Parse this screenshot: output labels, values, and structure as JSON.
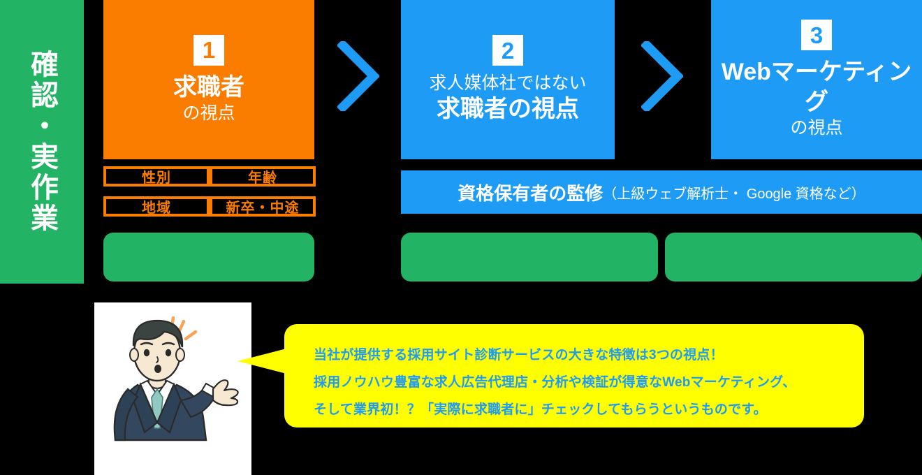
{
  "theme": {
    "green": "#22b464",
    "orange": "#fa7d00",
    "blue": "#1e9bf5",
    "yellow": "#ffff00",
    "background": "#000000",
    "callout_text_color": "#1e9bf5"
  },
  "sidebar": {
    "label": "確認・実作業"
  },
  "steps": [
    {
      "number": "1",
      "accent": "#fa7d00",
      "subtitle_top": "",
      "title_bold": "求職者",
      "title_thin": "",
      "subtitle": "の視点"
    },
    {
      "number": "2",
      "accent": "#1e9bf5",
      "subtitle_top": "求人媒体社ではない",
      "title_bold": "求職者",
      "title_thin": "の視点",
      "subtitle": ""
    },
    {
      "number": "3",
      "accent": "#1e9bf5",
      "subtitle_top": "",
      "title_bold": "Webマーケティング",
      "title_thin": "",
      "subtitle": "の視点"
    }
  ],
  "tags": [
    {
      "label": "性別"
    },
    {
      "label": "年齢"
    },
    {
      "label": "地域"
    },
    {
      "label": "新卒・中途"
    }
  ],
  "cert_band": {
    "strong": "資格保有者の監修",
    "note": "（上級ウェブ解析士・ Google 資格など）"
  },
  "green_boxes": [
    {
      "label": ""
    },
    {
      "label": ""
    },
    {
      "label": ""
    }
  ],
  "callout": {
    "lines": [
      "当社が提供する採用サイト診断サービスの大きな特徴は3つの視点！",
      "採用ノウハウ豊富な求人広告代理店・分析や検証が得意なWebマーケティング、",
      "そして業界初！？「実際に求職者に」チェックしてもらうというものです。"
    ]
  },
  "illustration": {
    "alt": "businessman-presenting-illustration"
  }
}
